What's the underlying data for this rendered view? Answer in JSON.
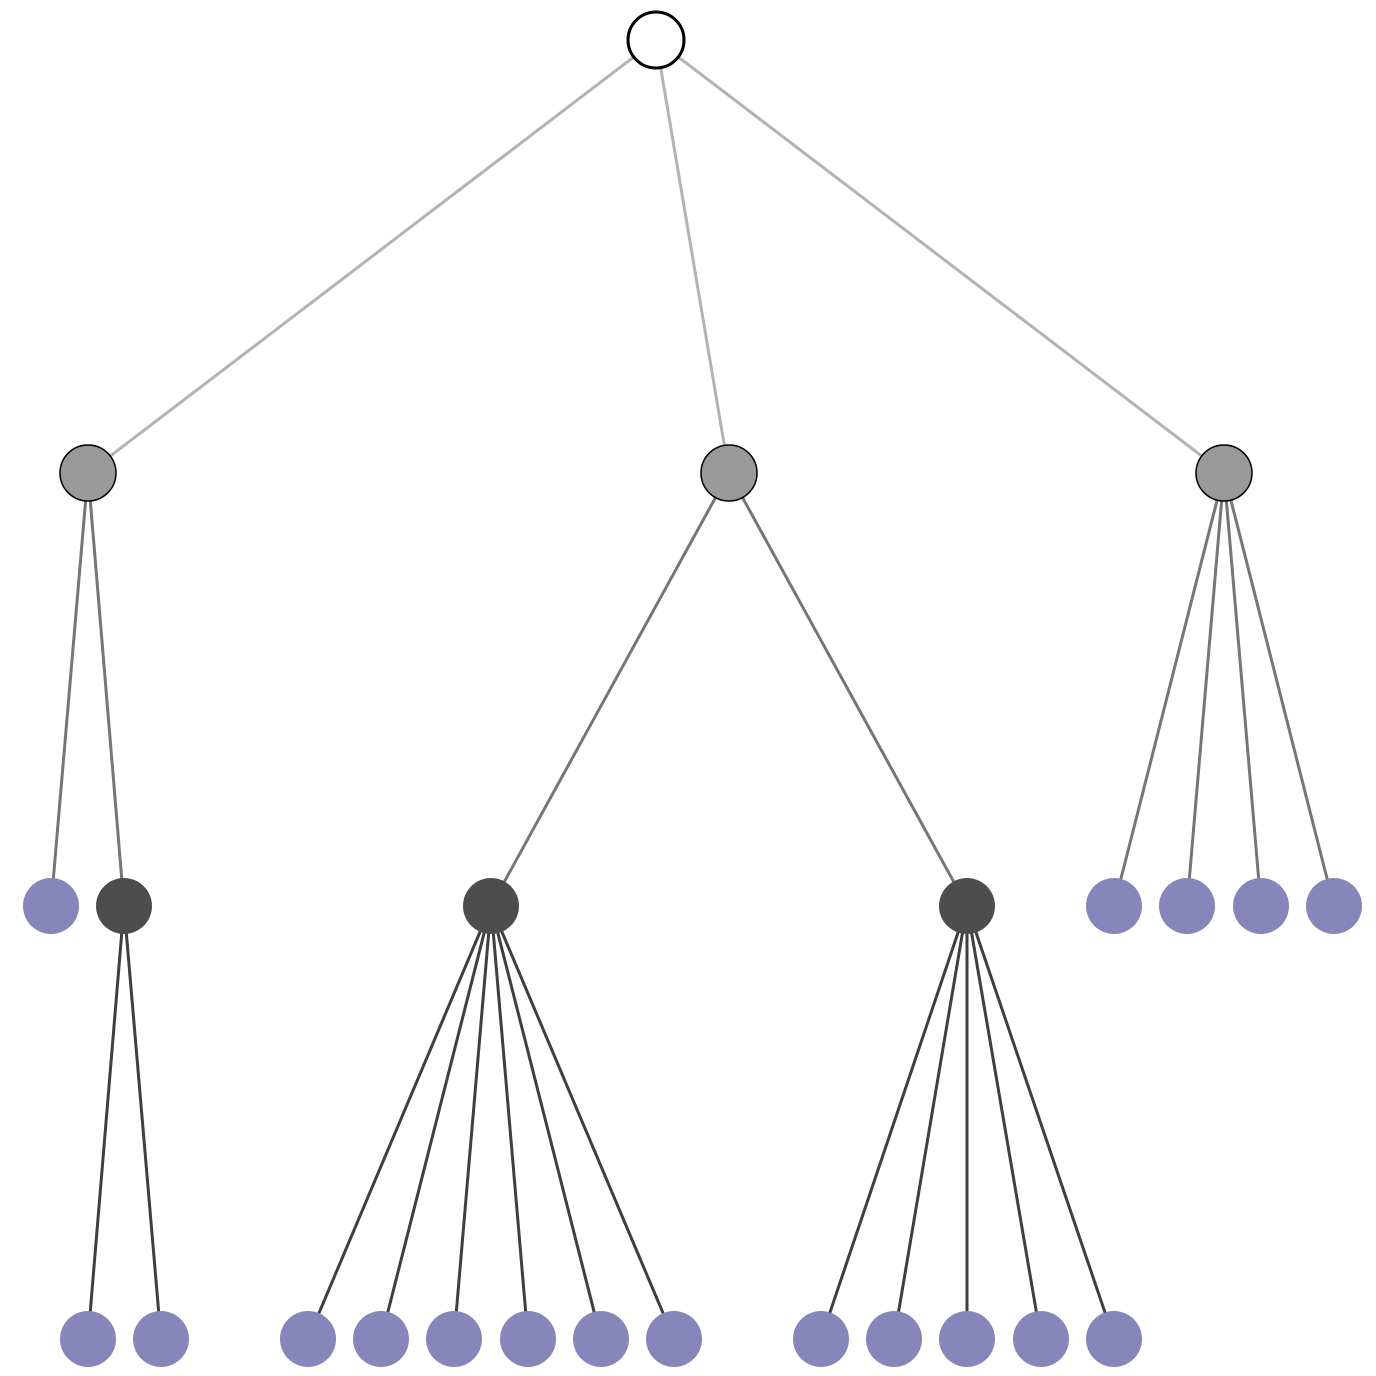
{
  "colors": {
    "background": "#ffffff",
    "root_fill": "#ffffff",
    "root_stroke": "#000000",
    "level1_fill": "#999999",
    "level2_internal_fill": "#4d4d4d",
    "leaf_fill": "#8686bb",
    "edge_root": "#b3b3b3",
    "edge_level1": "#767676",
    "edge_level2": "#3f3f3f"
  },
  "tree": {
    "id": "root",
    "kind": "root",
    "children": [
      {
        "id": "n1",
        "kind": "internal-1",
        "children": [
          {
            "id": "n1a",
            "kind": "leaf"
          },
          {
            "id": "n1b",
            "kind": "internal-2",
            "children": [
              {
                "id": "n1b1",
                "kind": "leaf"
              },
              {
                "id": "n1b2",
                "kind": "leaf"
              }
            ]
          }
        ]
      },
      {
        "id": "n2",
        "kind": "internal-1",
        "children": [
          {
            "id": "n2a",
            "kind": "internal-2",
            "children": [
              {
                "id": "n2a1",
                "kind": "leaf"
              },
              {
                "id": "n2a2",
                "kind": "leaf"
              },
              {
                "id": "n2a3",
                "kind": "leaf"
              },
              {
                "id": "n2a4",
                "kind": "leaf"
              },
              {
                "id": "n2a5",
                "kind": "leaf"
              },
              {
                "id": "n2a6",
                "kind": "leaf"
              }
            ]
          },
          {
            "id": "n2b",
            "kind": "internal-2",
            "children": [
              {
                "id": "n2b1",
                "kind": "leaf"
              },
              {
                "id": "n2b2",
                "kind": "leaf"
              },
              {
                "id": "n2b3",
                "kind": "leaf"
              },
              {
                "id": "n2b4",
                "kind": "leaf"
              },
              {
                "id": "n2b5",
                "kind": "leaf"
              }
            ]
          }
        ]
      },
      {
        "id": "n3",
        "kind": "internal-1",
        "children": [
          {
            "id": "n3a",
            "kind": "leaf"
          },
          {
            "id": "n3b",
            "kind": "leaf"
          },
          {
            "id": "n3c",
            "kind": "leaf"
          },
          {
            "id": "n3d",
            "kind": "leaf"
          }
        ]
      }
    ]
  }
}
